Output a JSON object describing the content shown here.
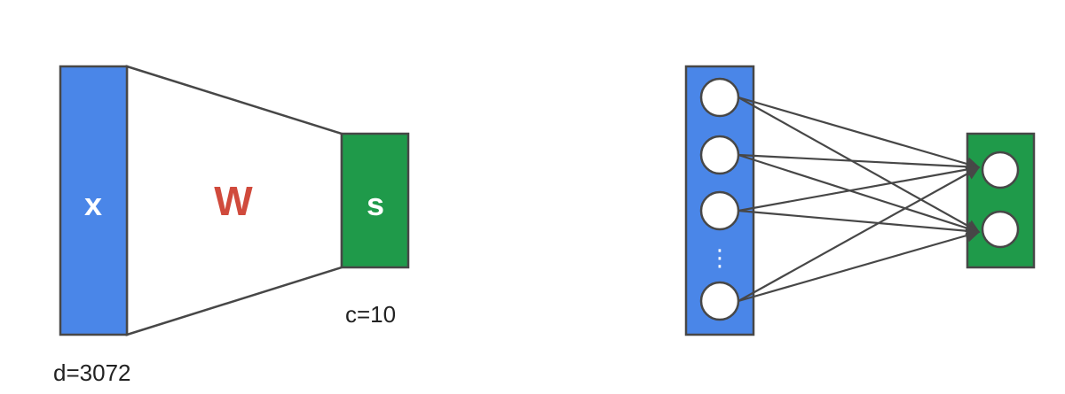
{
  "left_diagram": {
    "input_label": "x",
    "weight_label": "W",
    "output_label": "s",
    "input_dim_label": "d=3072",
    "output_dim_label": "c=10"
  },
  "right_diagram": {
    "input_ellipsis": "⋮",
    "input_node_count_visible": 4,
    "output_node_count": 2
  },
  "colors": {
    "input": "#4a86e8",
    "output": "#1f9a4a",
    "weight_text": "#d04a3c",
    "stroke": "#474747",
    "node_fill": "#ffffff"
  }
}
